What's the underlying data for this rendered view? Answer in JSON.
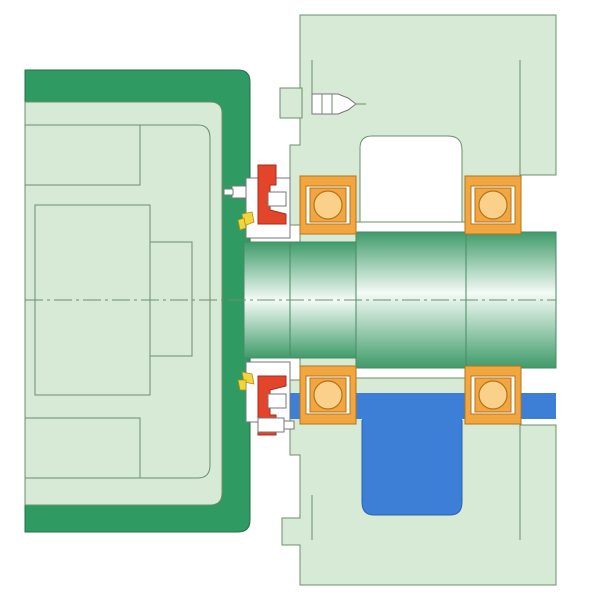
{
  "colors": {
    "background": "#ffffff",
    "housing_fill": "#d6ead5",
    "housing_stroke": "#6e8f6e",
    "guard_green": "#2f9b62",
    "shaft_dark": "#3f9b6a",
    "shaft_light": "#f4fbf6",
    "bearing_orange": "#f1a640",
    "bearing_inner": "#fbd08a",
    "oil_blue": "#3d7ed6",
    "seal_red": "#e3452a",
    "accent_yellow": "#f3d43a",
    "centerline": "#6e8f6e",
    "steel_white": "#ffffff"
  },
  "components": [
    {
      "id": "bearing-housing",
      "kind": "housing"
    },
    {
      "id": "protective-guard",
      "kind": "guard"
    },
    {
      "id": "motor-body",
      "kind": "housing"
    },
    {
      "id": "shaft",
      "kind": "shaft"
    },
    {
      "id": "rolling-bearing-top-left",
      "kind": "bearing"
    },
    {
      "id": "rolling-bearing-top-right",
      "kind": "bearing"
    },
    {
      "id": "rolling-bearing-bottom-left",
      "kind": "bearing"
    },
    {
      "id": "rolling-bearing-bottom-right",
      "kind": "bearing"
    },
    {
      "id": "oil-reservoir",
      "kind": "lubricant"
    },
    {
      "id": "shaft-seal-top",
      "kind": "seal"
    },
    {
      "id": "shaft-seal-bottom",
      "kind": "seal"
    },
    {
      "id": "grease-nipple-top",
      "kind": "fitting"
    },
    {
      "id": "grease-nipple-bottom",
      "kind": "fitting"
    },
    {
      "id": "hex-bolt",
      "kind": "fastener"
    }
  ]
}
